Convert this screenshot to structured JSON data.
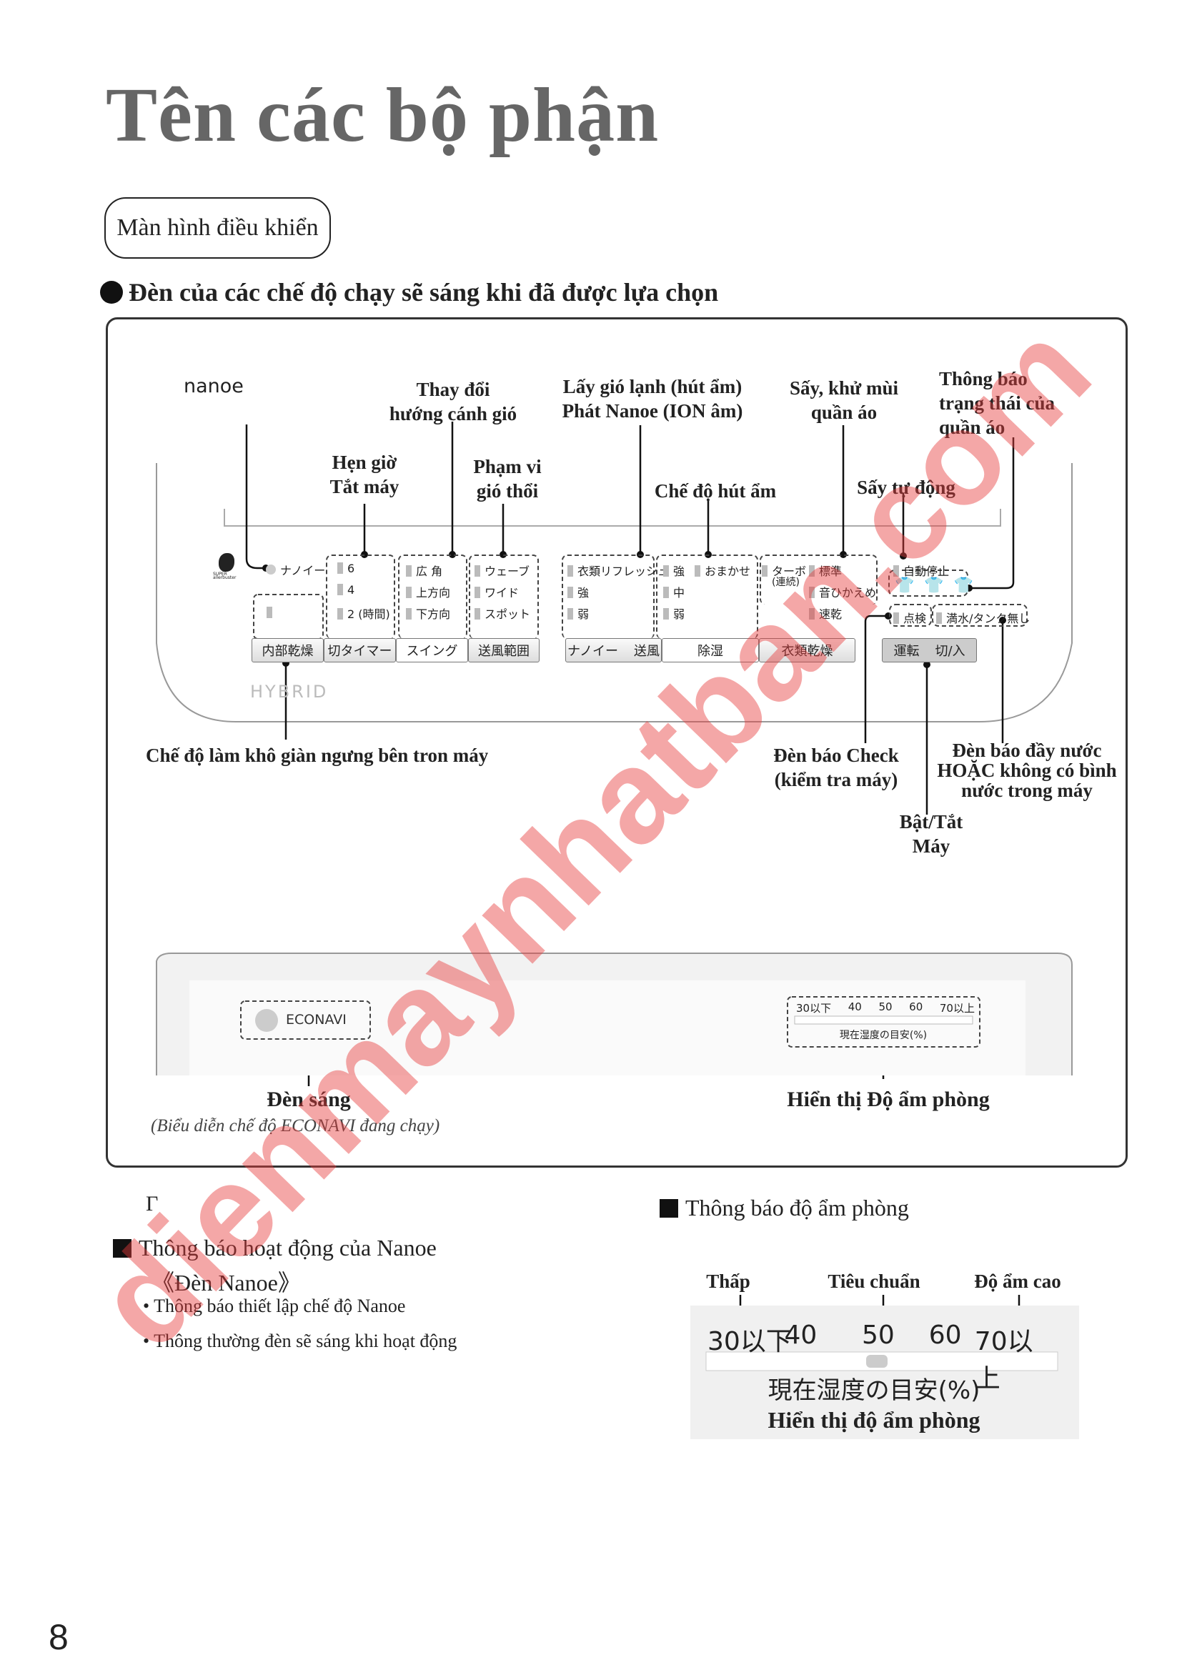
{
  "title": "Tên các bộ phận",
  "section_pill": "Màn hình điều khiển",
  "heading": "Đèn của các chế độ chạy sẽ sáng khi đã được lựa chọn",
  "labels": {
    "nanoe": "nanoe",
    "swing_1": "Thay đổi",
    "swing_2": "hướng cánh gió",
    "cool_1": "Lấy gió lạnh (hút ẩm)",
    "cool_2": "Phát Nanoe (ION âm)",
    "dry_1": "Sấy, khử mùi",
    "dry_2": "quần áo",
    "status_1": "Thông báo",
    "status_2": "trạng thái của",
    "status_3": "quần áo",
    "timer_1": "Hẹn giờ",
    "timer_2": "Tắt máy",
    "range_1": "Phạm vi",
    "range_2": "gió thổi",
    "dehum": "Chế độ hút ẩm",
    "autodry": "Sấy tự động",
    "internal": "Chế độ làm khô giàn ngưng bên tron máy",
    "check_1": "Đèn báo Check",
    "check_2": "(kiểm tra máy)",
    "full_1": "Đèn báo đầy nước",
    "full_2": "HOẶC không có bình",
    "full_3": "nước trong máy",
    "power_1": "Bật/Tắt",
    "power_2": "Máy",
    "light": "Đèn sáng",
    "light_caption": "(Biểu diễn chế độ ECONAVI đang chạy)",
    "humidity_display": "Hiển thị Độ ẩm phòng"
  },
  "panel": {
    "brand_top": "SUPER",
    "brand_bottom": "allerbuster",
    "hybrid": "HYBRID",
    "nanoe_lamp": "ナノイー",
    "timer": [
      "6",
      "4",
      "2 (時間)"
    ],
    "swing": [
      "広 角",
      "上方向",
      "下方向"
    ],
    "range": [
      "ウェーブ",
      "ワイド",
      "スポット"
    ],
    "fan": [
      "衣類リフレッシュ",
      "強",
      "弱"
    ],
    "dehum": [
      "強",
      "中",
      "弱"
    ],
    "dehum_auto": "おまかせ",
    "cloth": [
      "ターボ",
      "(連続)",
      "標準",
      "音ひかえめ",
      "速乾"
    ],
    "autostop": "自動停止",
    "check": "点検",
    "tank": "満水/タンク無し",
    "buttons": [
      "内部乾燥",
      "切タイマー",
      "スイング",
      "送風範囲",
      "ナノイー",
      "送風",
      "除湿",
      "衣類乾燥",
      "運転",
      "切/入"
    ],
    "econavi": "ECONAVI",
    "hum_scale": [
      "30以下",
      "40",
      "50",
      "60",
      "70以上"
    ],
    "hum_caption": "現在湿度の目安(%)"
  },
  "nanoe_section": {
    "mark": "Γ",
    "title": "Thông báo hoạt động của Nanoe",
    "subtitle": "《Đèn Nanoe》",
    "bullets": [
      "Thông báo thiết lập chế độ Nanoe",
      "Thông thường đèn sẽ sáng khi hoạt động"
    ]
  },
  "humidity_section": {
    "title": "Thông báo độ ẩm phòng",
    "low": "Thấp",
    "standard": "Tiêu chuẩn",
    "high": "Độ ẩm cao",
    "scale": [
      "30以下",
      "40",
      "50",
      "60",
      "70以上"
    ],
    "caption_jp": "現在湿度の目安(%)",
    "caption_vi": "Hiển thị độ ẩm phòng"
  },
  "page_number": "8",
  "watermark": "dienmaynhatban.com"
}
